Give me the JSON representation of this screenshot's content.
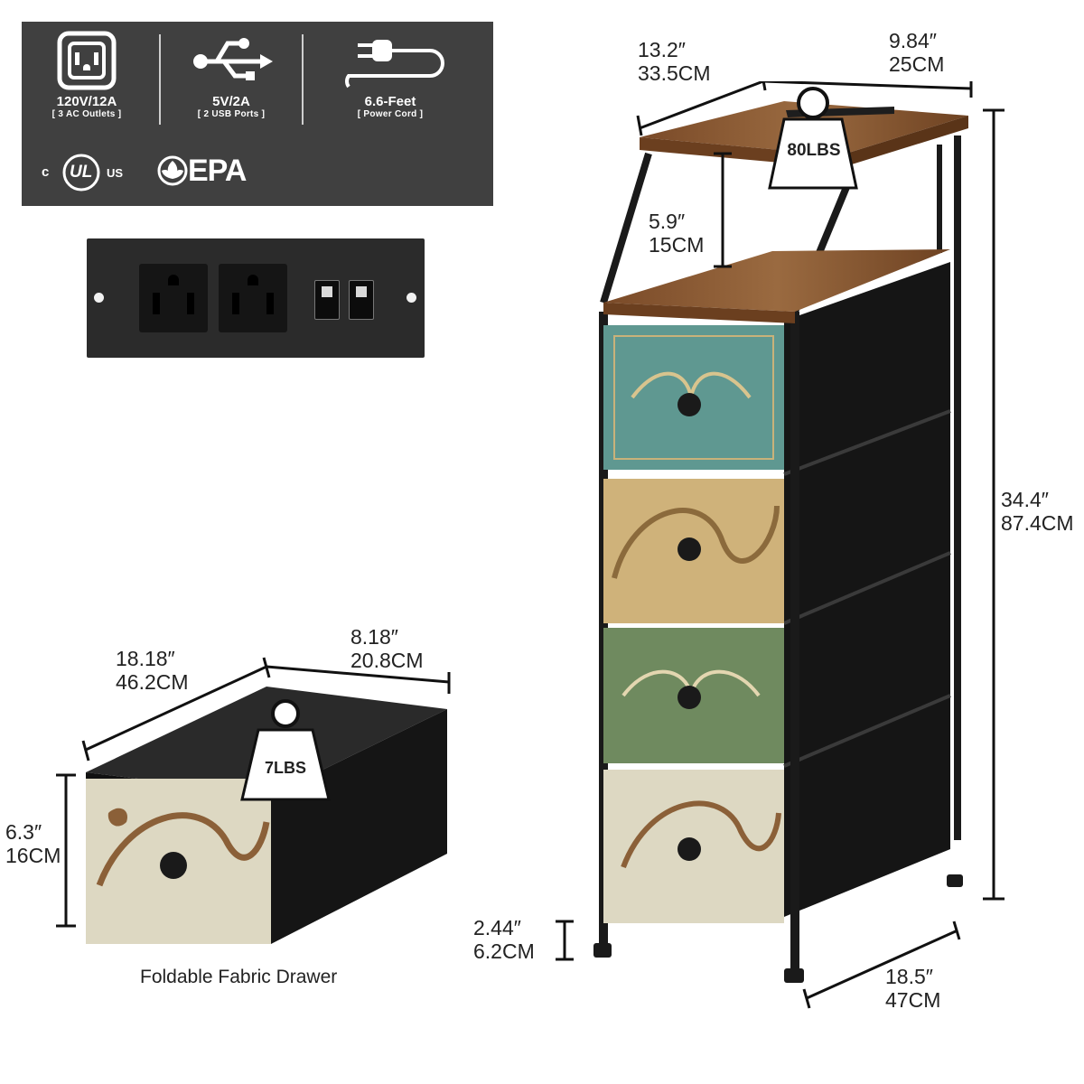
{
  "spec_panel": {
    "outlets": {
      "title": "120V/12A",
      "sub": "[ 3 AC Outlets ]",
      "icon": "ac-outlet-icon"
    },
    "usb": {
      "title": "5V/2A",
      "sub": "[ 2 USB Ports ]",
      "icon": "usb-icon"
    },
    "cord": {
      "title": "6.6-Feet",
      "sub": "[ Power Cord ]",
      "icon": "plug-cord-icon"
    },
    "certifications": {
      "ul_prefix": "c",
      "ul_mark": "UL",
      "ul_suffix": "US",
      "epa": "EPA"
    }
  },
  "outlet_strip": {
    "ac_outlets": 2,
    "usb_ports": 2
  },
  "cabinet": {
    "depth": {
      "in": "13.2″",
      "cm": "33.5CM"
    },
    "width_top": {
      "in": "9.84″",
      "cm": "25CM"
    },
    "shelf_gap": {
      "in": "5.9″",
      "cm": "15CM"
    },
    "height": {
      "in": "34.4″",
      "cm": "87.4CM"
    },
    "leg_height": {
      "in": "2.44″",
      "cm": "6.2CM"
    },
    "base_depth": {
      "in": "18.5″",
      "cm": "47CM"
    },
    "load": "80LBS"
  },
  "drawer": {
    "length": {
      "in": "18.18″",
      "cm": "46.2CM"
    },
    "width": {
      "in": "8.18″",
      "cm": "20.8CM"
    },
    "height": {
      "in": "6.3″",
      "cm": "16CM"
    },
    "load": "7LBS",
    "caption": "Foldable Fabric Drawer"
  },
  "colors": {
    "panel": "#404040",
    "wood": "#8a5a34",
    "frame": "#1a1a1a",
    "drawer_teal": "#5f9891",
    "drawer_yellow": "#cfb27a",
    "drawer_green": "#6f8a5f",
    "drawer_cream": "#ddd8c2"
  }
}
